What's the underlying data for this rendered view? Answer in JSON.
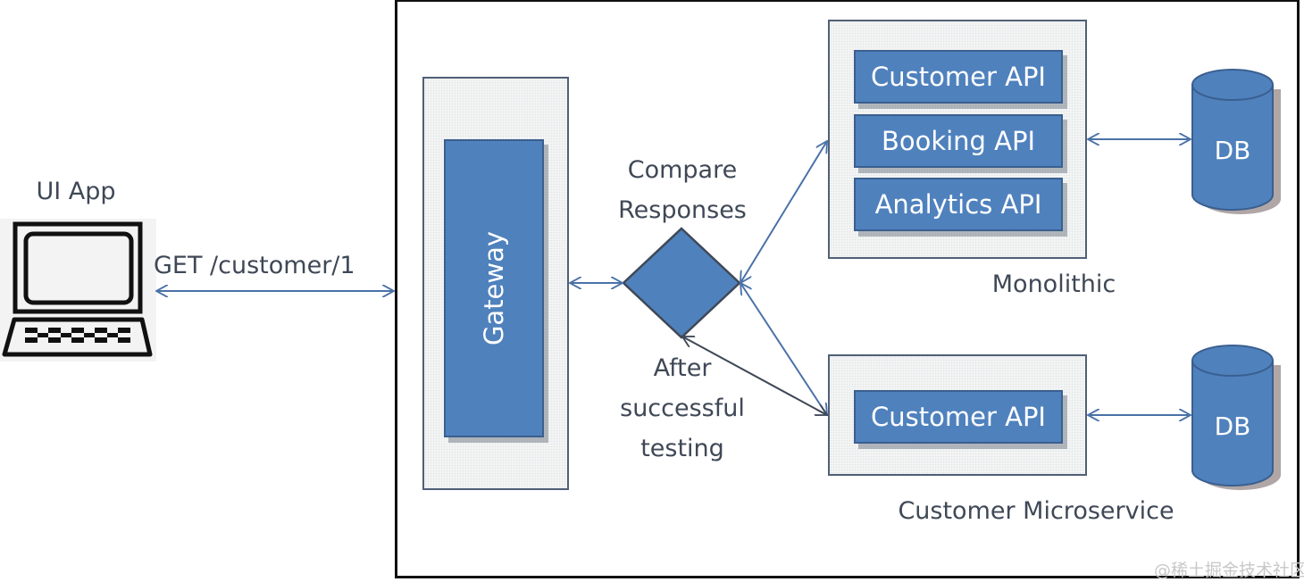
{
  "diagram": {
    "ui_app": {
      "label": "UI App",
      "icon": "laptop-icon"
    },
    "request": {
      "label": "GET /customer/1"
    },
    "gateway": {
      "label": "Gateway"
    },
    "compare": {
      "label_line1": "Compare",
      "label_line2": "Responses",
      "shape": "diamond"
    },
    "after": {
      "line1": "After",
      "line2": "successful",
      "line3": "testing"
    },
    "monolithic": {
      "title": "Monolithic",
      "apis": [
        "Customer API",
        "Booking API",
        "Analytics API"
      ],
      "db_label": "DB"
    },
    "microservice": {
      "title": "Customer Microservice",
      "apis": [
        "Customer API"
      ],
      "db_label": "DB"
    },
    "watermark": "@稀土掘金技术社区",
    "colors": {
      "block_fill": "#4f81bd",
      "block_border": "#3a5f8f",
      "container_fill": "#f2f3f3",
      "container_border": "#4f5f76",
      "arrow": "#4a72a8",
      "text": "#3f4856"
    }
  }
}
